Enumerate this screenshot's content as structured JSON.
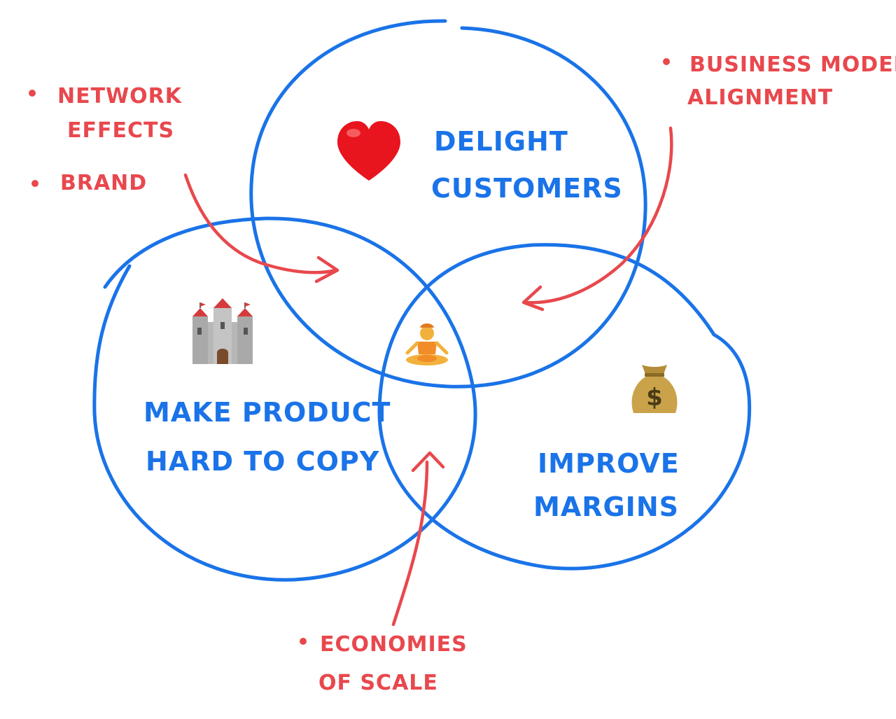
{
  "colors": {
    "circle": "#1a73e8",
    "annotation": "#e8484d"
  },
  "circles": {
    "top": {
      "label_line1": "DELIGHT",
      "label_line2": "CUSTOMERS",
      "icon": "heart-icon"
    },
    "left": {
      "label_line1": "MAKE PRODUCT",
      "label_line2": "HARD TO COPY",
      "icon": "castle-icon"
    },
    "right": {
      "label_line1": "IMPROVE",
      "label_line2": "MARGINS",
      "icon": "money-bag-icon"
    },
    "center": {
      "icon": "meditating-person-icon"
    }
  },
  "annotations": {
    "top_left": {
      "bullet1_line1": "NETWORK",
      "bullet1_line2": "EFFECTS",
      "bullet2": "BRAND"
    },
    "top_right": {
      "line1": "BUSINESS MODEL",
      "line2": "ALIGNMENT"
    },
    "bottom": {
      "line1": "ECONOMIES",
      "line2": "OF SCALE"
    }
  }
}
